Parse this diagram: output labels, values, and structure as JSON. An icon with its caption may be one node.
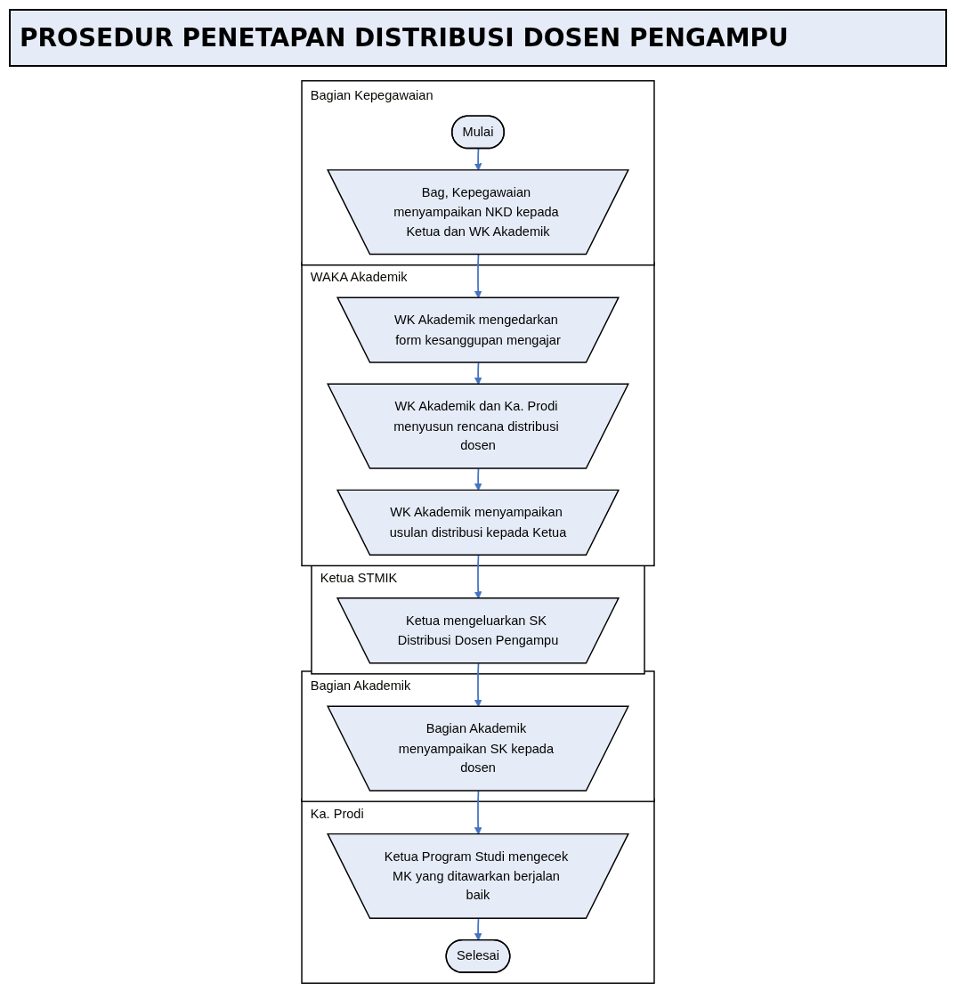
{
  "diagram": {
    "title": "PROSEDUR PENETAPAN DISTRIBUSI DOSEN PENGAMPU",
    "nodes": [
      {
        "text": [
          "Bagian Kepegawaian"
        ]
      },
      {
        "text": [
          "WAKA Akademik"
        ]
      },
      {
        "text": [
          "Ketua STMIK"
        ]
      },
      {
        "text": [
          "Bagian Akademik"
        ]
      },
      {
        "text": [
          "Ka. Prodi"
        ]
      },
      {
        "text": [
          "Mulai"
        ],
        "in": 0
      },
      {
        "text": [
          "Bag, Kepegawaian menyampaikan NKD kepada Ketua dan WK Akademik"
        ],
        "in": 0
      },
      {
        "text": [
          "WK Akademik mengedarkan form kesanggupan mengajar"
        ],
        "in": 1
      },
      {
        "text": [
          "WK Akademik dan Ka. Prodi menyusun rencana distribusi dosen"
        ],
        "in": 1
      },
      {
        "text": [
          "WK Akademik menyampaikan usulan distribusi kepada Ketua"
        ],
        "in": 1
      },
      {
        "text": [
          "Ketua mengeluarkan SK Distribusi Dosen Pengampu"
        ],
        "in": 2
      },
      {
        "text": [
          "Bagian Akademik menyampaikan SK kepada dosen"
        ],
        "in": 3
      },
      {
        "text": [
          "Ketua Program Studi mengecek MK yang ditawarkan berjalan baik"
        ],
        "in": 4
      },
      {
        "text": [
          "Selesai"
        ],
        "in": 4
      }
    ],
    "edges": [
      {
        "from": 5,
        "to": 6,
        "arrow": "to"
      },
      {
        "from": 6,
        "to": 7,
        "arrow": "to"
      },
      {
        "from": 7,
        "to": 8,
        "arrow": "to"
      },
      {
        "from": 8,
        "to": 9,
        "arrow": "to"
      },
      {
        "from": 9,
        "to": 10,
        "arrow": "to"
      },
      {
        "from": 10,
        "to": 11,
        "arrow": "to"
      },
      {
        "from": 11,
        "to": 12,
        "arrow": "to"
      },
      {
        "from": 12,
        "to": 13,
        "arrow": "to"
      }
    ]
  }
}
